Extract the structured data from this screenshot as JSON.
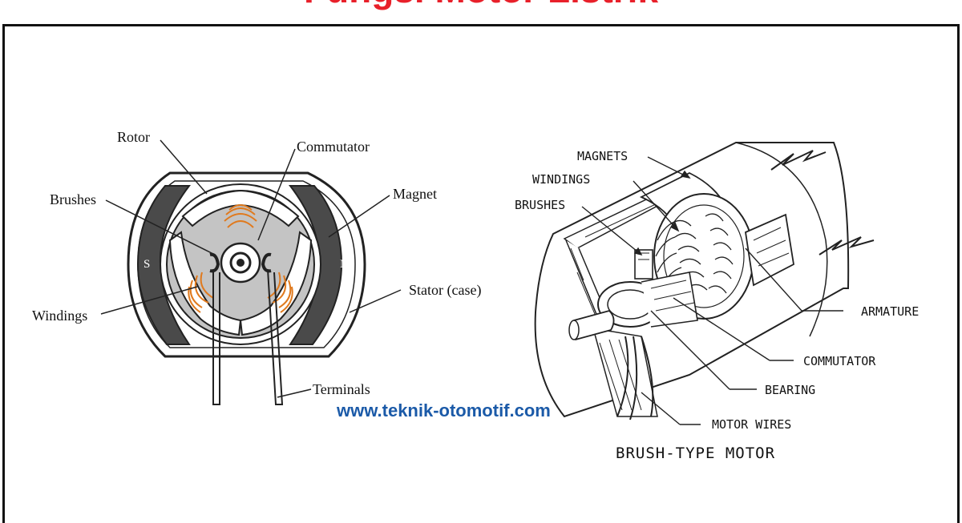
{
  "title": "Fungsi Motor Listrik",
  "watermark": "www.teknik-otomotif.com",
  "left_diagram": {
    "labels": {
      "rotor": "Rotor",
      "commutator": "Commutator",
      "brushes": "Brushes",
      "magnet": "Magnet",
      "stator": "Stator (case)",
      "windings": "Windings",
      "terminals": "Terminals",
      "pole_s": "S",
      "pole_n": "N"
    }
  },
  "right_diagram": {
    "labels": {
      "magnets": "MAGNETS",
      "windings": "WINDINGS",
      "brushes": "BRUSHES",
      "armature": "ARMATURE",
      "commutator": "COMMUTATOR",
      "bearing": "BEARING",
      "motor_wires": "MOTOR WIRES"
    },
    "caption": "BRUSH-TYPE MOTOR"
  },
  "colors": {
    "title": "#e8202a",
    "watermark": "#1b5aa8",
    "windings": "#e07a1e",
    "magnet_fill": "#4a4a4a",
    "rotor_fill": "#c4c4c4"
  }
}
